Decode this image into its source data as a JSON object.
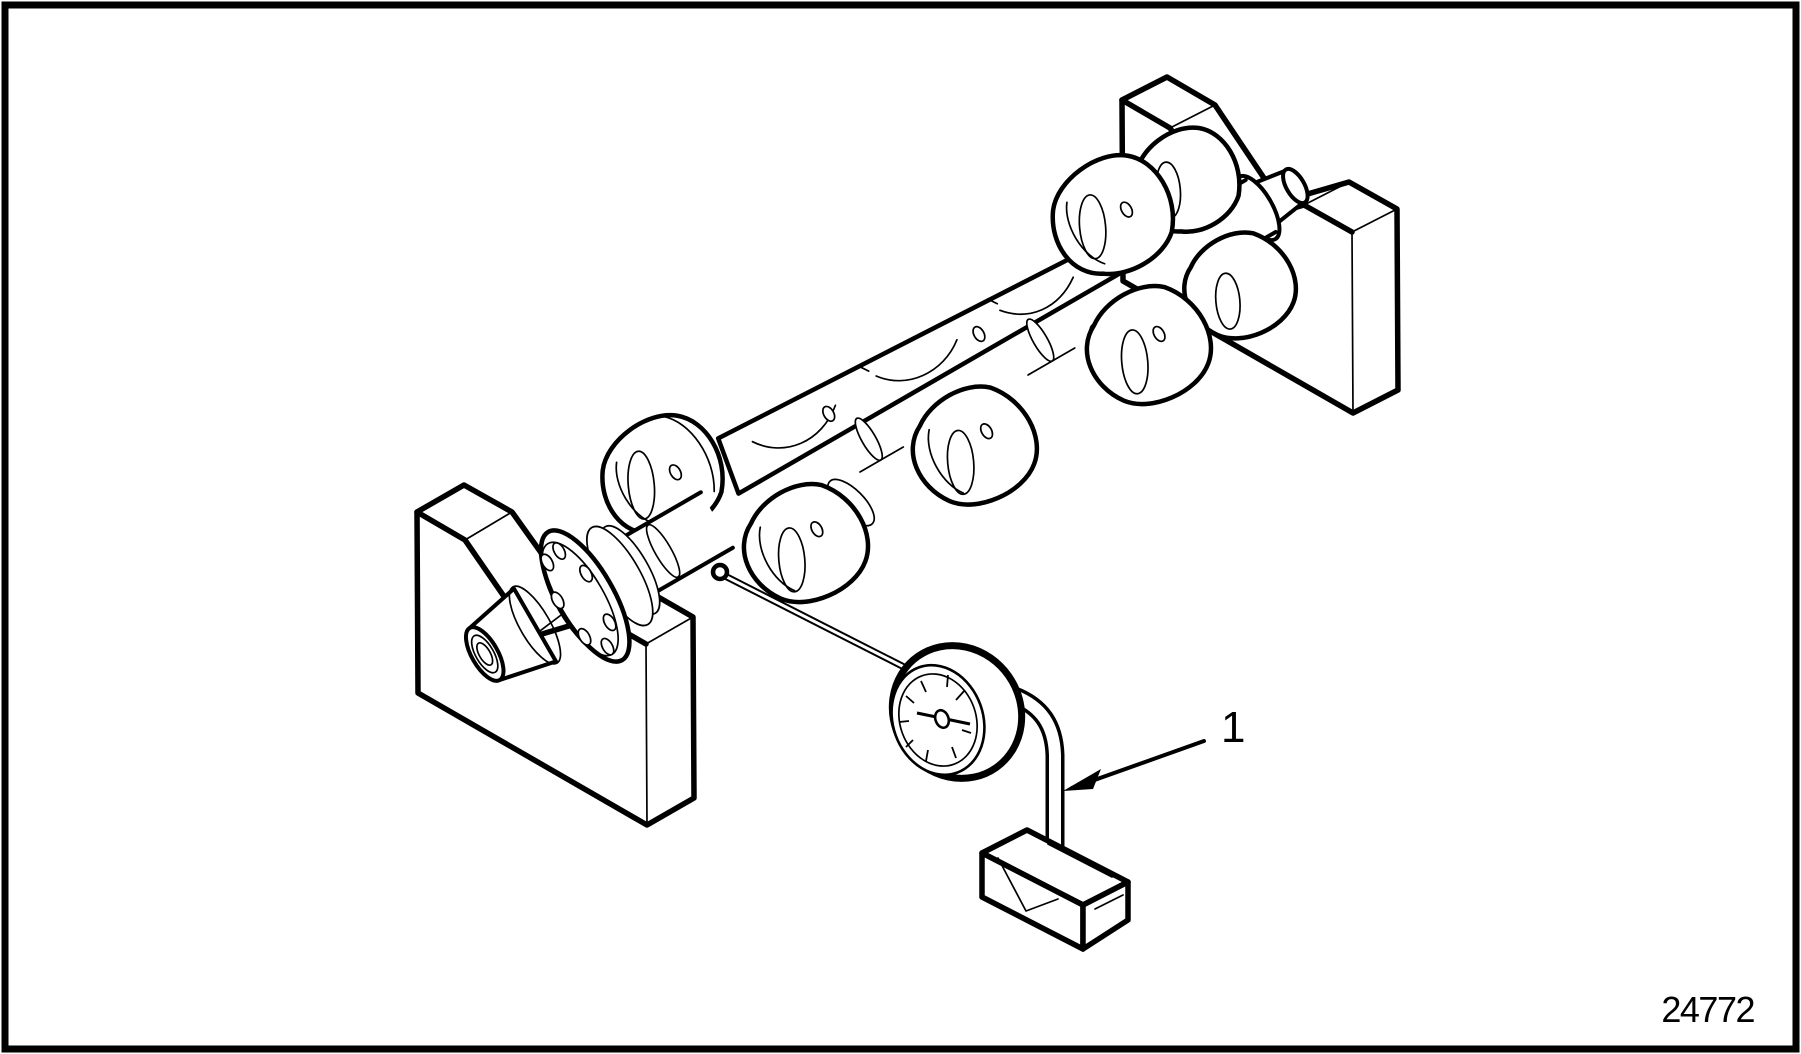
{
  "figure": {
    "callout_label": "1",
    "figure_number": "24772"
  },
  "colors": {
    "ink": "#000000",
    "paper": "#ffffff"
  },
  "parts": [
    "crankshaft",
    "v-block-front",
    "v-block-rear",
    "dial-indicator",
    "indicator-probe",
    "indicator-arm",
    "magnetic-base"
  ]
}
